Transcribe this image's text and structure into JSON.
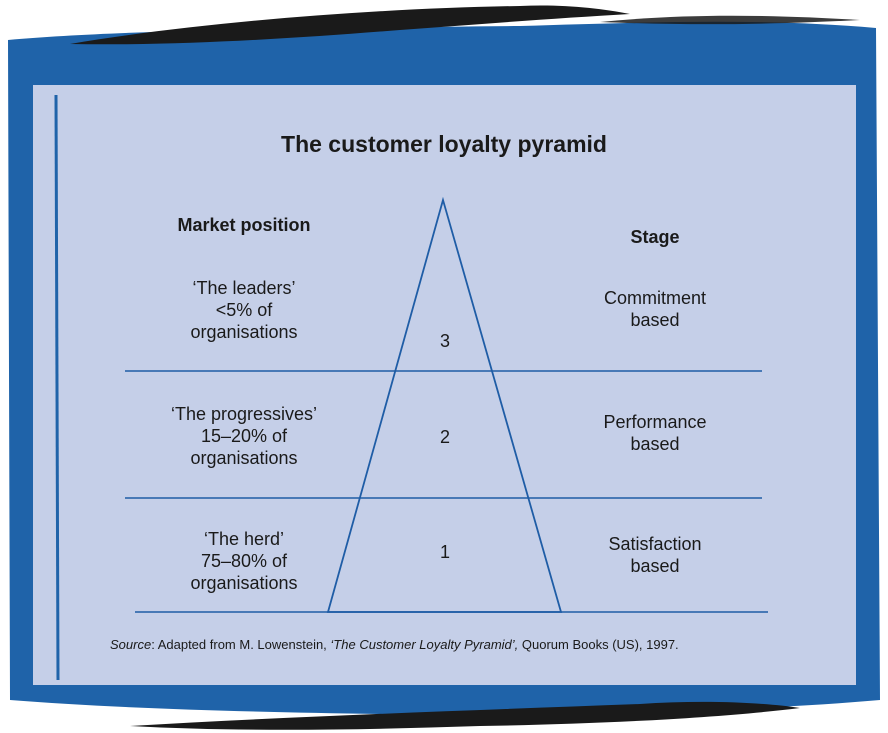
{
  "title": "The customer loyalty pyramid",
  "headers": {
    "market_position": "Market position",
    "stage": "Stage"
  },
  "tiers": [
    {
      "number": "3",
      "market": [
        "‘The leaders’",
        "<5% of",
        "organisations"
      ],
      "stage": [
        "Commitment",
        "based"
      ]
    },
    {
      "number": "2",
      "market": [
        "‘The progressives’",
        "15–20% of",
        "organisations"
      ],
      "stage": [
        "Performance",
        "based"
      ]
    },
    {
      "number": "1",
      "market": [
        "‘The herd’",
        "75–80% of",
        "organisations"
      ],
      "stage": [
        "Satisfaction",
        "based"
      ]
    }
  ],
  "source": {
    "label": "Source",
    "sep": ": Adapted from M. Lowenstein, ",
    "work": "‘The Customer Loyalty Pyramid’,",
    "rest": " Quorum Books (US), 1997."
  },
  "colors": {
    "panel": "#c5cfe8",
    "frame": "#1f63a9",
    "brush_dark": "#1a1a1a",
    "line": "#1f5da6"
  }
}
